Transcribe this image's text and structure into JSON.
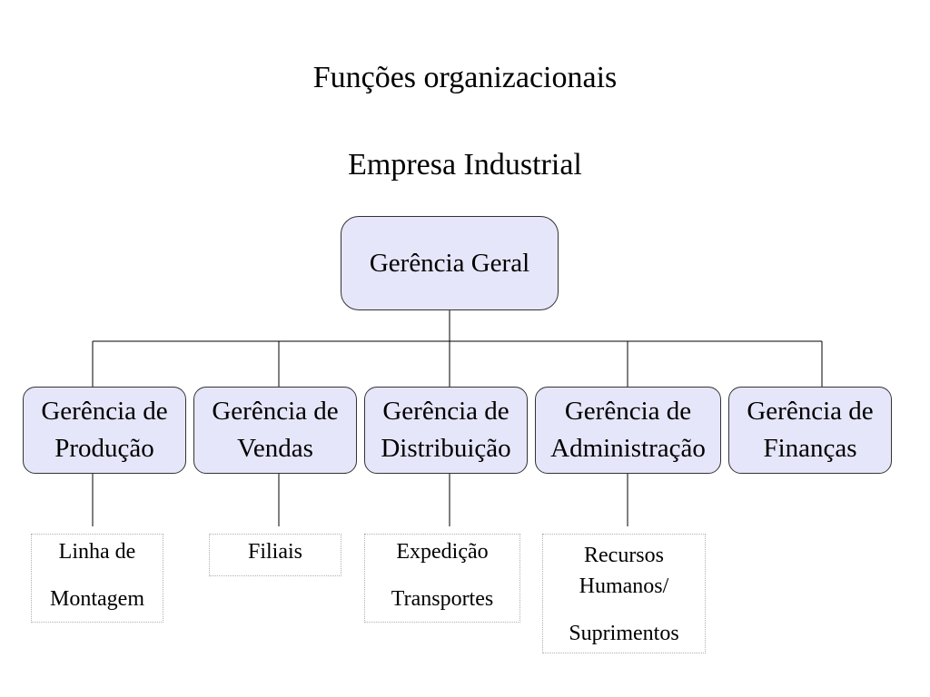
{
  "title": "Funções organizacionais",
  "subtitle": "Empresa Industrial",
  "root": {
    "label": "Gerência Geral"
  },
  "departments": [
    {
      "label": "Gerência de\nProdução"
    },
    {
      "label": "Gerência de\nVendas"
    },
    {
      "label": "Gerência de\nDistribuição"
    },
    {
      "label": "Gerência de\nAdministração"
    },
    {
      "label": "Gerência de\nFinanças"
    }
  ],
  "sub_units": {
    "producao": [
      "Linha de",
      "Montagem"
    ],
    "vendas": [
      "Filiais"
    ],
    "distribuicao": [
      "Expedição",
      "Transportes"
    ],
    "administracao": [
      "Recursos",
      "Humanos/",
      "Suprimentos"
    ]
  },
  "colors": {
    "node_fill": "#e6e6fa",
    "node_border": "#333333",
    "connector": "#000000",
    "sub_border": "#b0b0b0"
  }
}
